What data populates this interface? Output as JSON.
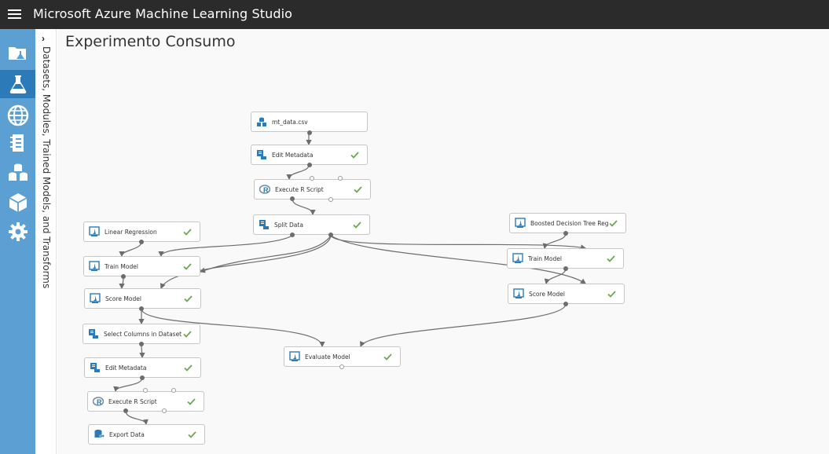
{
  "app": {
    "title": "Microsoft Azure Machine Learning Studio"
  },
  "palette": {
    "label": "Datasets, Modules, Trained Models, and Transforms"
  },
  "experiment": {
    "title": "Experimento Consumo"
  },
  "nav": [
    "experiments-folder-icon",
    "flask-icon",
    "globe-icon",
    "notebook-icon",
    "datasets-icon",
    "cube-icon",
    "gear-icon"
  ],
  "modules": {
    "mt_data": "mt_data.csv",
    "edit_metadata_top": "Edit Metadata",
    "execute_r_top": "Execute R Script",
    "split_data": "Split Data",
    "linear_regression": "Linear Regression",
    "train_model_left": "Train Model",
    "score_model_left": "Score Model",
    "select_columns": "Select Columns in Dataset",
    "edit_metadata_bottom": "Edit Metadata",
    "execute_r_bottom": "Execute R Script",
    "export_data": "Export Data",
    "boosted_tree": "Boosted Decision Tree Regr...",
    "train_model_right": "Train Model",
    "score_model_right": "Score Model",
    "evaluate_model": "Evaluate Model"
  },
  "colors": {
    "topbar": "#2b2b2b",
    "nav": "#5b9fd3",
    "nav_active": "#2c7bb8",
    "check": "#6aa84f"
  }
}
